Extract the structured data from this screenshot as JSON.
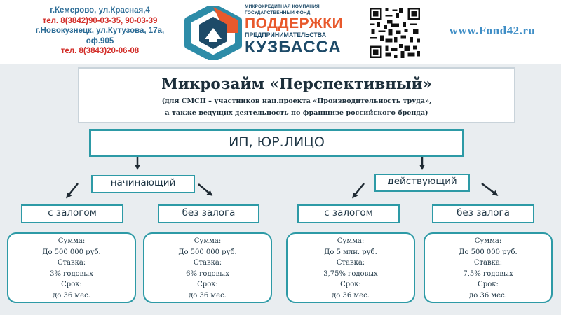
{
  "header": {
    "address_lines": [
      {
        "text": "г.Кемерово, ул.Красная,4",
        "color": "blue"
      },
      {
        "text": "тел. 8(3842)90-03-35, 90-03-39",
        "color": "red"
      },
      {
        "text": "г.Новокузнецк, ул.Кутузова, 17а,",
        "color": "blue"
      },
      {
        "text": "оф.905",
        "color": "blue"
      },
      {
        "text": "тел. 8(3843)20-06-08",
        "color": "red"
      }
    ],
    "logo": {
      "line1": "МИКРОКРЕДИТНАЯ КОМПАНИЯ",
      "line2": "ГОСУДАРСТВЕННЫЙ ФОНД",
      "line3": "ПОДДЕРЖКИ",
      "line4": "ПРЕДПРИНИМАТЕЛЬСТВА",
      "line5": "КУЗБАССА"
    },
    "qr_icon": "qr-code-icon",
    "website": "www.Fond42.ru"
  },
  "title": {
    "main": "Микрозайм «Перспективный»",
    "sub1": "(для СМСП – участников нац.проекта «Производительность труда»,",
    "sub2": "а также ведущих деятельность по франшизе российского бренда)"
  },
  "entity_label": "ИП, ЮР.ЛИЦО",
  "stages": [
    "начинающий",
    "действующий"
  ],
  "options": [
    {
      "collateral": "с залогом",
      "terms": [
        "Сумма:",
        "До 500 000 руб.",
        "Ставка:",
        "3% годовых",
        "Срок:",
        "до 36 мес."
      ]
    },
    {
      "collateral": "без залога",
      "terms": [
        "Сумма:",
        "До 500 000 руб.",
        "Ставка:",
        "6% годовых",
        "Срок:",
        "до 36 мес."
      ]
    },
    {
      "collateral": "с залогом",
      "terms": [
        "Сумма:",
        "До 5 млн. руб.",
        "Ставка:",
        "3,75% годовых",
        "Срок:",
        "до 36 мес."
      ]
    },
    {
      "collateral": "без залога",
      "terms": [
        "Сумма:",
        "До 500 000 руб.",
        "Ставка:",
        "7,5% годовых",
        "Срок:",
        "до 36 мес."
      ]
    }
  ],
  "colors": {
    "accent": "#2d9aa6",
    "address_blue": "#2c6c96",
    "address_red": "#d22d28",
    "logo_orange": "#e8592c",
    "logo_navy": "#1d4a68",
    "site": "#3f8ec6"
  }
}
